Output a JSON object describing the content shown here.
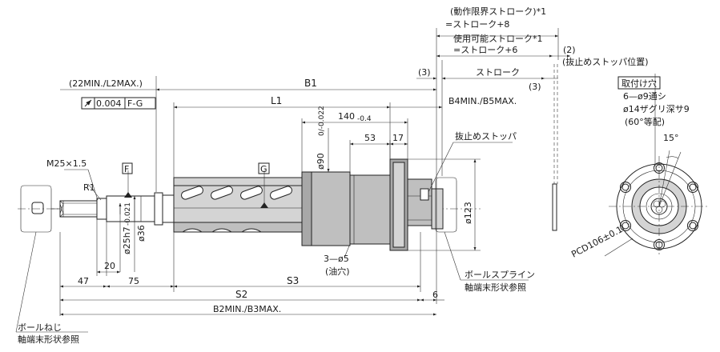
{
  "labels": {
    "operating_limit_stroke": "(動作限界ストローク)*1",
    "operating_limit_formula": "=ストローク+8",
    "usable_stroke": "使用可能ストローク*1",
    "usable_formula": "=ストローク+6",
    "paren_2": "(2)",
    "stopper_removal_pos": "(抜止めストッパ位置)",
    "paren_3_left": "(3)",
    "stroke": "ストローク",
    "paren_3_right": "(3)",
    "min_max_left": "(22MIN./L2MAX.)",
    "b1": "B1",
    "mounting_hole": "取付け穴",
    "hole_spec_1": "6—ø9通シ",
    "hole_spec_2": "ø14ザグリ深サ9",
    "hole_spec_3": "(60°等配)",
    "tolerance_value": "0.004",
    "tolerance_datum": "F-G",
    "l1": "L1",
    "b4_b5": "B4MIN./B5MAX.",
    "dim_140": "140",
    "dim_140_tol": "-0.4",
    "dim_90": "ø90",
    "dim_90_tol": "0/-0.022",
    "dim_53": "53",
    "dim_17": "17",
    "stopper": "抜止めストッパ",
    "angle_15": "15°",
    "thread": "M25×1.5",
    "datum_f": "F",
    "datum_g": "G",
    "radius": "R1",
    "dim_123": "ø123",
    "dim_25": "ø25h7",
    "dim_25_tol": "-0.021",
    "dim_36": "ø36",
    "pcd": "PCD106±0.1",
    "dim_20": "20",
    "oil_holes": "3—ø5",
    "oil_note": "(油穴)",
    "ball_spline_1": "ボールスプライン",
    "ball_spline_2": "軸端末形状参照",
    "dim_47": "47",
    "dim_75": "75",
    "s2": "S2",
    "s3": "S3",
    "dim_6": "6",
    "b2_b3": "B2MIN./B3MAX.",
    "ball_screw_1": "ボールねじ",
    "ball_screw_2": "軸端末形状参照"
  }
}
